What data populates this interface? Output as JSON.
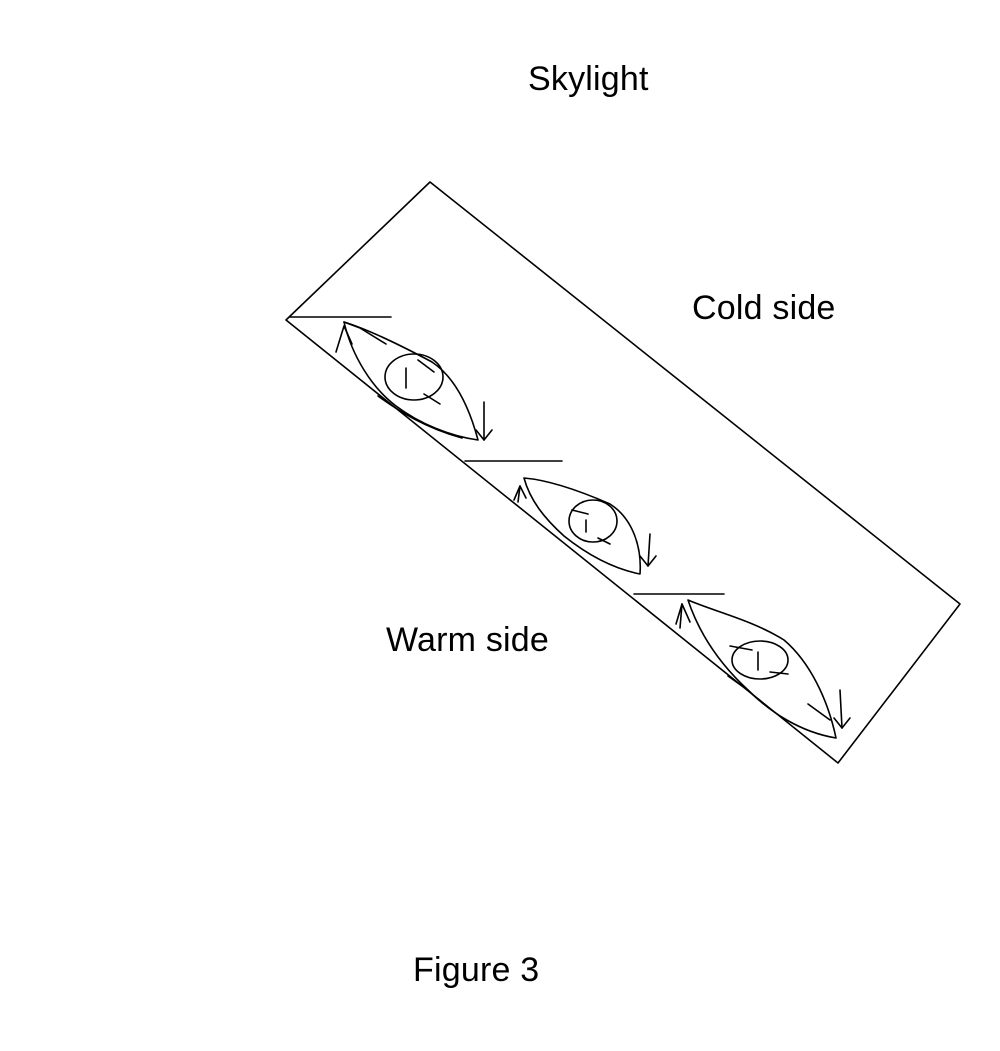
{
  "diagram": {
    "title": "Skylight",
    "cold_label": "Cold side",
    "warm_label": "Warm side",
    "caption": "Figure 3",
    "convection_cells": 3
  }
}
